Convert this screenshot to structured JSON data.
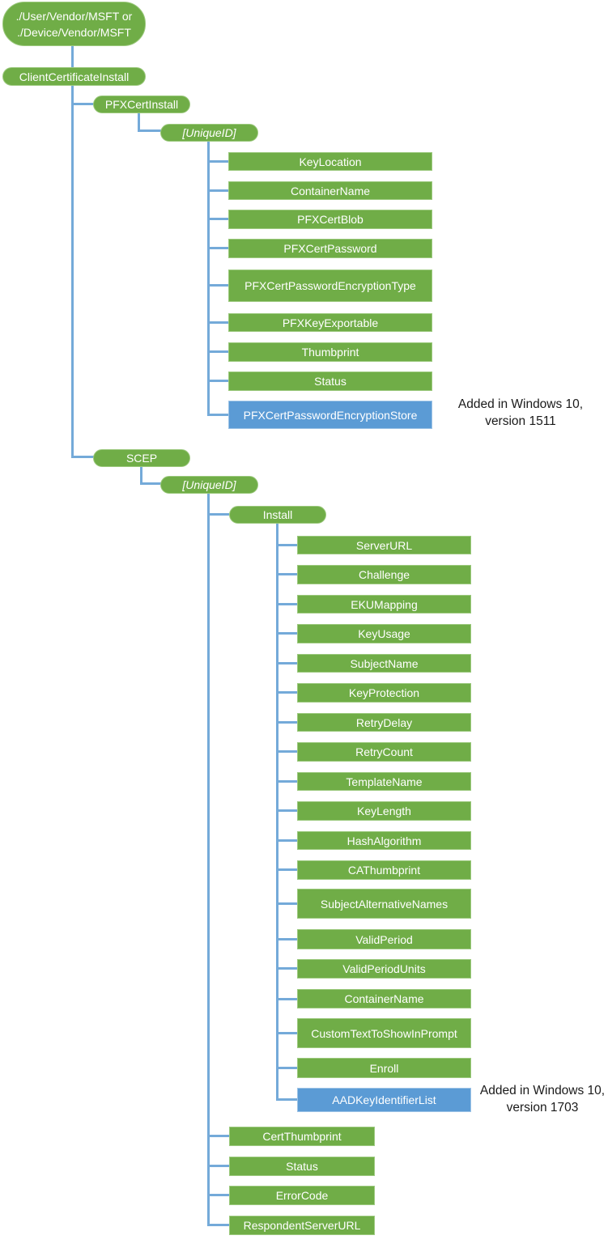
{
  "colors": {
    "node_green": "#70AD47",
    "node_green_border": "#9CC97E",
    "node_blue": "#5B9BD5",
    "node_blue_border": "#9DC3E6",
    "connector": "#74AAD9",
    "node_text": "#FFFFFF",
    "annotation_text": "#1a1a1a"
  },
  "tree": {
    "root": {
      "label": "./User/Vendor/MSFT or\n./Device/Vendor/MSFT"
    },
    "client_certificate_install": {
      "label": "ClientCertificateInstall"
    },
    "pfx_cert_install": {
      "label": "PFXCertInstall",
      "unique_id": {
        "label": "[UniqueID]"
      },
      "children": [
        "KeyLocation",
        "ContainerName",
        "PFXCertBlob",
        "PFXCertPassword",
        "PFXCertPasswordEncryptionType",
        "PFXKeyExportable",
        "Thumbprint",
        "Status",
        "PFXCertPasswordEncryptionStore"
      ],
      "highlight_annotation": "Added in Windows 10,\nversion 1511"
    },
    "scep": {
      "label": "SCEP",
      "unique_id": {
        "label": "[UniqueID]"
      },
      "install": {
        "label": "Install",
        "children": [
          "ServerURL",
          "Challenge",
          "EKUMapping",
          "KeyUsage",
          "SubjectName",
          "KeyProtection",
          "RetryDelay",
          "RetryCount",
          "TemplateName",
          "KeyLength",
          "HashAlgorithm",
          "CAThumbprint",
          "SubjectAlternativeNames",
          "ValidPeriod",
          "ValidPeriodUnits",
          "ContainerName",
          "CustomTextToShowInPrompt",
          "Enroll",
          "AADKeyIdentifierList"
        ],
        "highlight_annotation": "Added in Windows 10,\nversion 1703"
      },
      "children": [
        "CertThumbprint",
        "Status",
        "ErrorCode",
        "RespondentServerURL"
      ]
    }
  }
}
